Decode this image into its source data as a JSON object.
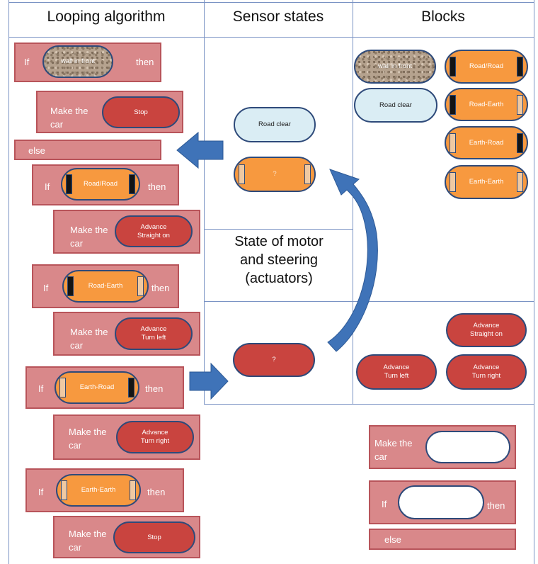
{
  "headers": {
    "looping": "Looping algorithm",
    "sensor": "Sensor states",
    "blocks": "Blocks"
  },
  "middle": {
    "actuators": "State of motor\nand steering\n(actuators)",
    "road_clear": "Road clear",
    "sensor_unknown": "?",
    "motor_unknown": "?"
  },
  "algorithm": {
    "if": "If",
    "then": "then",
    "else": "else",
    "make_the": "Make the",
    "car": "car",
    "conditions": [
      "wall in front",
      "Road/Road",
      "Road-Earth",
      "Earth-Road",
      "Earth-Earth"
    ],
    "actions": [
      "Stop",
      "Advance\nStraight on",
      "Advance\nTurn left",
      "Advance\nTurn right",
      "Stop"
    ]
  },
  "palette": {
    "sensors": [
      "wall in front",
      "Road clear",
      "Road/Road",
      "Road-Earth",
      "Earth-Road",
      "Earth-Earth"
    ],
    "actions": [
      "Advance\nStraight on",
      "Advance\nTurn left",
      "Advance\nTurn right"
    ],
    "make_the": "Make the",
    "car": "car",
    "if": "If",
    "then": "then",
    "else": "else"
  },
  "colors": {
    "action_block": "#c9443f",
    "sensor_block": "#f7993f",
    "road_clear_block": "#daedf4",
    "statement_block": "#d9888a",
    "arrow": "#3f73b8",
    "road_wheel": "#141414",
    "earth_wheel": "#efc9a2"
  }
}
